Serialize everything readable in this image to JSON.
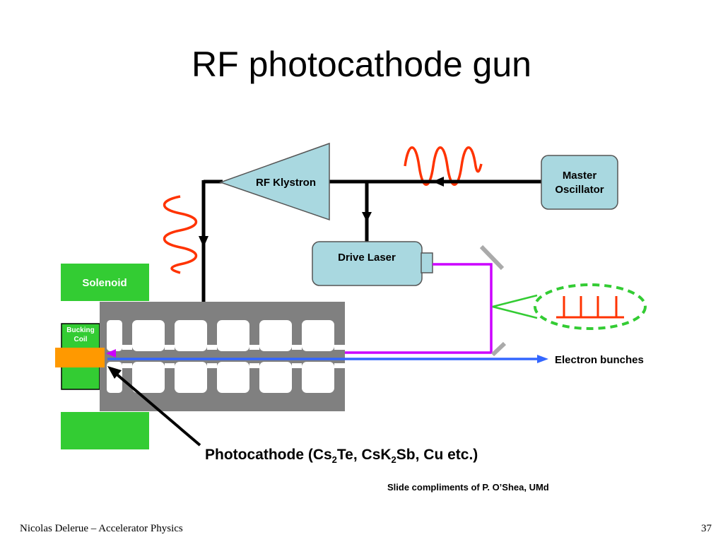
{
  "slide": {
    "title": "RF photocathode gun",
    "footer_left": "Nicolas Delerue – Accelerator Physics",
    "page_number": "37"
  },
  "diagram": {
    "klystron_label": "RF Klystron",
    "master_osc_line1": "Master",
    "master_osc_line2": "Oscillator",
    "drive_laser_label": "Drive Laser",
    "solenoid_label": "Solenoid",
    "bucking_line1": "Bucking",
    "bucking_line2": "Coil",
    "electron_bunches_label": "Electron bunches",
    "photocathode": {
      "p1": "Photocathode (Cs",
      "s1": "2",
      "p2": "Te, CsK",
      "s2": "2",
      "p3": "Sb, Cu etc.)"
    },
    "credit": "Slide compliments of P. O’Shea, UMd"
  },
  "colors": {
    "box_fill": "#a9d8e0",
    "green": "#33cc33",
    "orange": "#ff9900",
    "red_wave": "#ff3300",
    "purple": "#cc00ff",
    "blue_beam": "#3366ff",
    "dashed_green": "#33cc33",
    "cavity_gray": "#808080"
  }
}
